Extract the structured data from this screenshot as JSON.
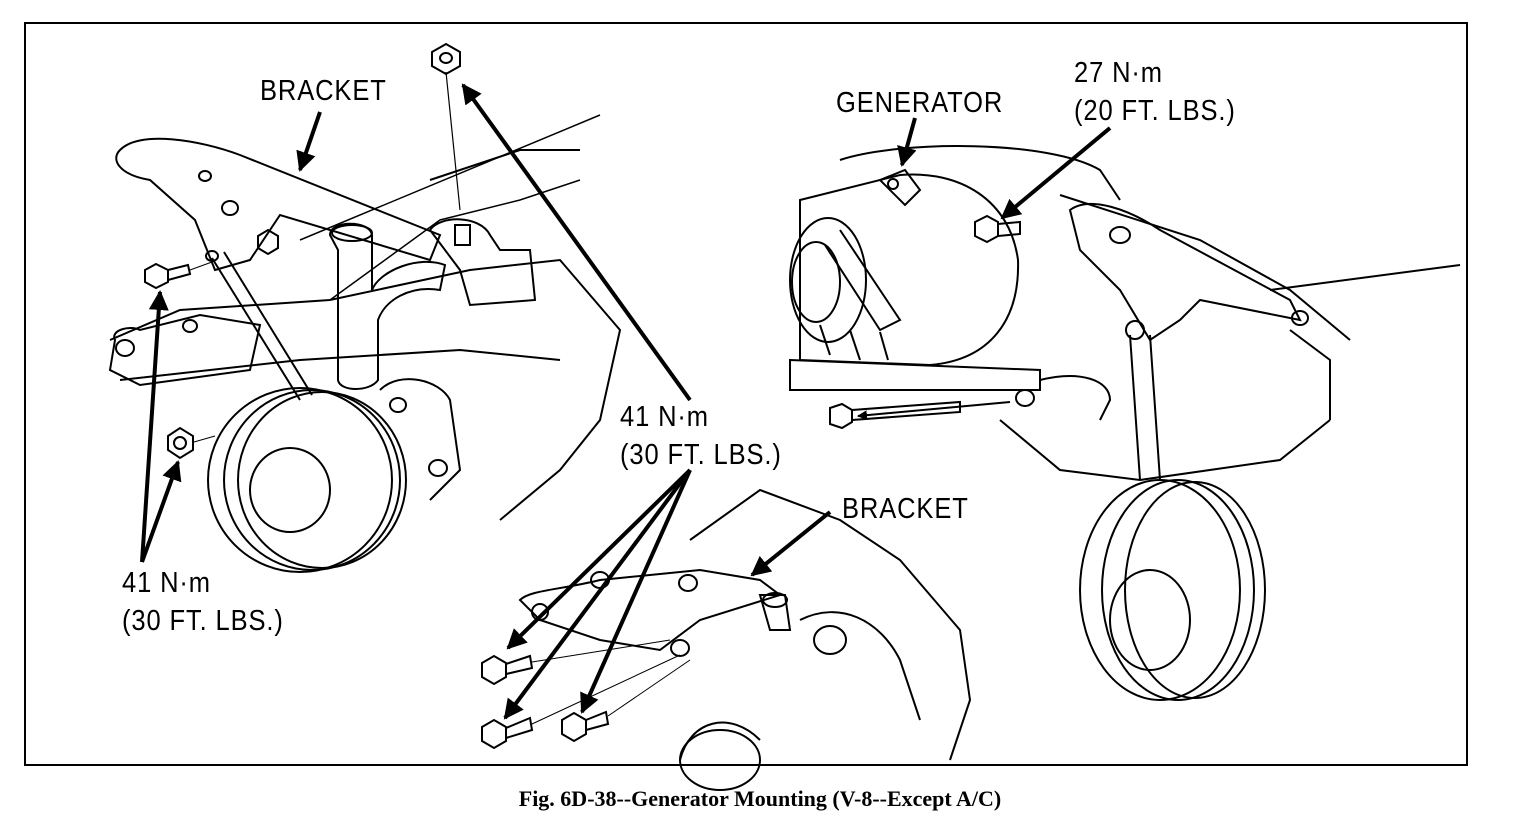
{
  "labels": {
    "bracket_top": "BRACKET",
    "generator": "GENERATOR",
    "torque_27_nm": "27 N·m",
    "torque_27_ft": "(20 FT.  LBS.)",
    "torque_41_center_nm": "41 N·m",
    "torque_41_center_ft": "(30 FT.  LBS.)",
    "torque_41_left_nm": "41 N·m",
    "torque_41_left_ft": "(30 FT.  LBS.)",
    "bracket_bottom": "BRACKET"
  },
  "caption": "Fig. 6D-38--Generator Mounting (V-8--Except A/C)"
}
